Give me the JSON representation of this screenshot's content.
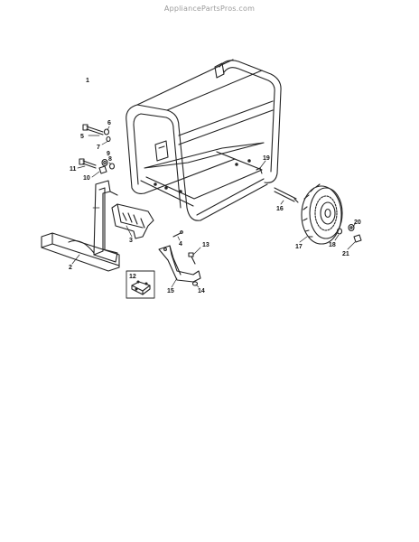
{
  "watermark": "AppliancePartsPros.com",
  "callouts": {
    "c1": "1",
    "c2": "2",
    "c3": "3",
    "c4": "4",
    "c5": "5",
    "c6": "6",
    "c7": "7",
    "c8": "8",
    "c9": "9",
    "c10": "10",
    "c11": "11",
    "c12": "12",
    "c13": "13",
    "c14": "14",
    "c15": "15",
    "c16": "16",
    "c17": "17",
    "c18": "18",
    "c19": "19",
    "c20": "20",
    "c21": "21"
  },
  "colors": {
    "line": "#222222",
    "watermark": "#9a9a9a"
  }
}
